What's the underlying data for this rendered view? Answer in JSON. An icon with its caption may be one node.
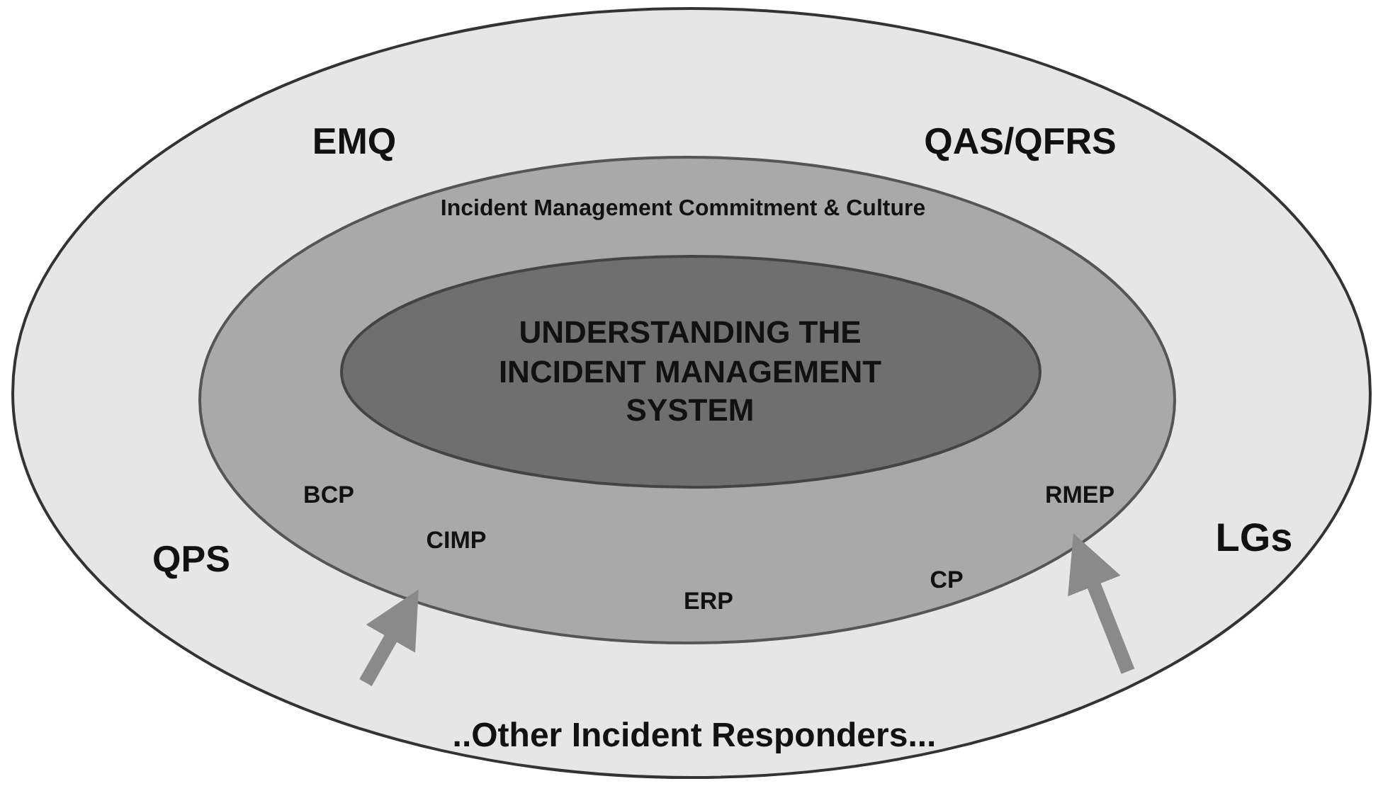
{
  "diagram": {
    "nodes": [
      {
        "text": [
          "EMQ",
          "QAS/QFRS",
          "QPS",
          "LGs",
          "..Other Incident Responders..."
        ]
      },
      {
        "text": [
          "Incident Management Commitment & Culture",
          "BCP",
          "CIMP",
          "ERP",
          "CP",
          "RMEP"
        ],
        "in": 0
      },
      {
        "text": [
          "UNDERSTANDING THE INCIDENT MANAGEMENT SYSTEM"
        ],
        "in": 1
      }
    ],
    "edges": [
      {
        "from": null,
        "to": 1,
        "arrow": "to"
      },
      {
        "from": null,
        "to": 1,
        "arrow": "to"
      }
    ]
  }
}
